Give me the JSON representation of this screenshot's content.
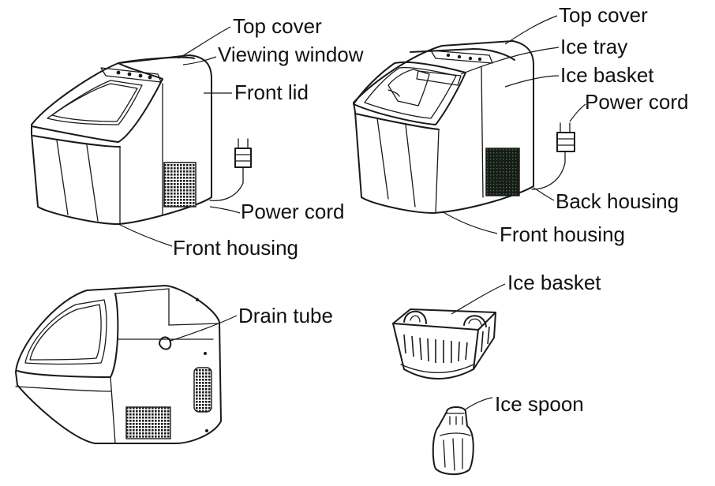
{
  "labels": {
    "view1": {
      "top_cover": "Top cover",
      "viewing_window": "Viewing window",
      "front_lid": "Front lid",
      "power_cord": "Power cord",
      "front_housing": "Front housing"
    },
    "view2": {
      "top_cover": "Top cover",
      "ice_tray": "Ice tray",
      "ice_basket": "Ice basket",
      "power_cord": "Power cord",
      "back_housing": "Back housing",
      "front_housing": "Front housing"
    },
    "view3": {
      "drain_tube": "Drain tube"
    },
    "accessories": {
      "ice_basket": "Ice basket",
      "ice_spoon": "Ice spoon"
    }
  },
  "colors": {
    "line": "#1a1a1a",
    "background": "#ffffff",
    "vent_accent": "#2f7d3a"
  }
}
